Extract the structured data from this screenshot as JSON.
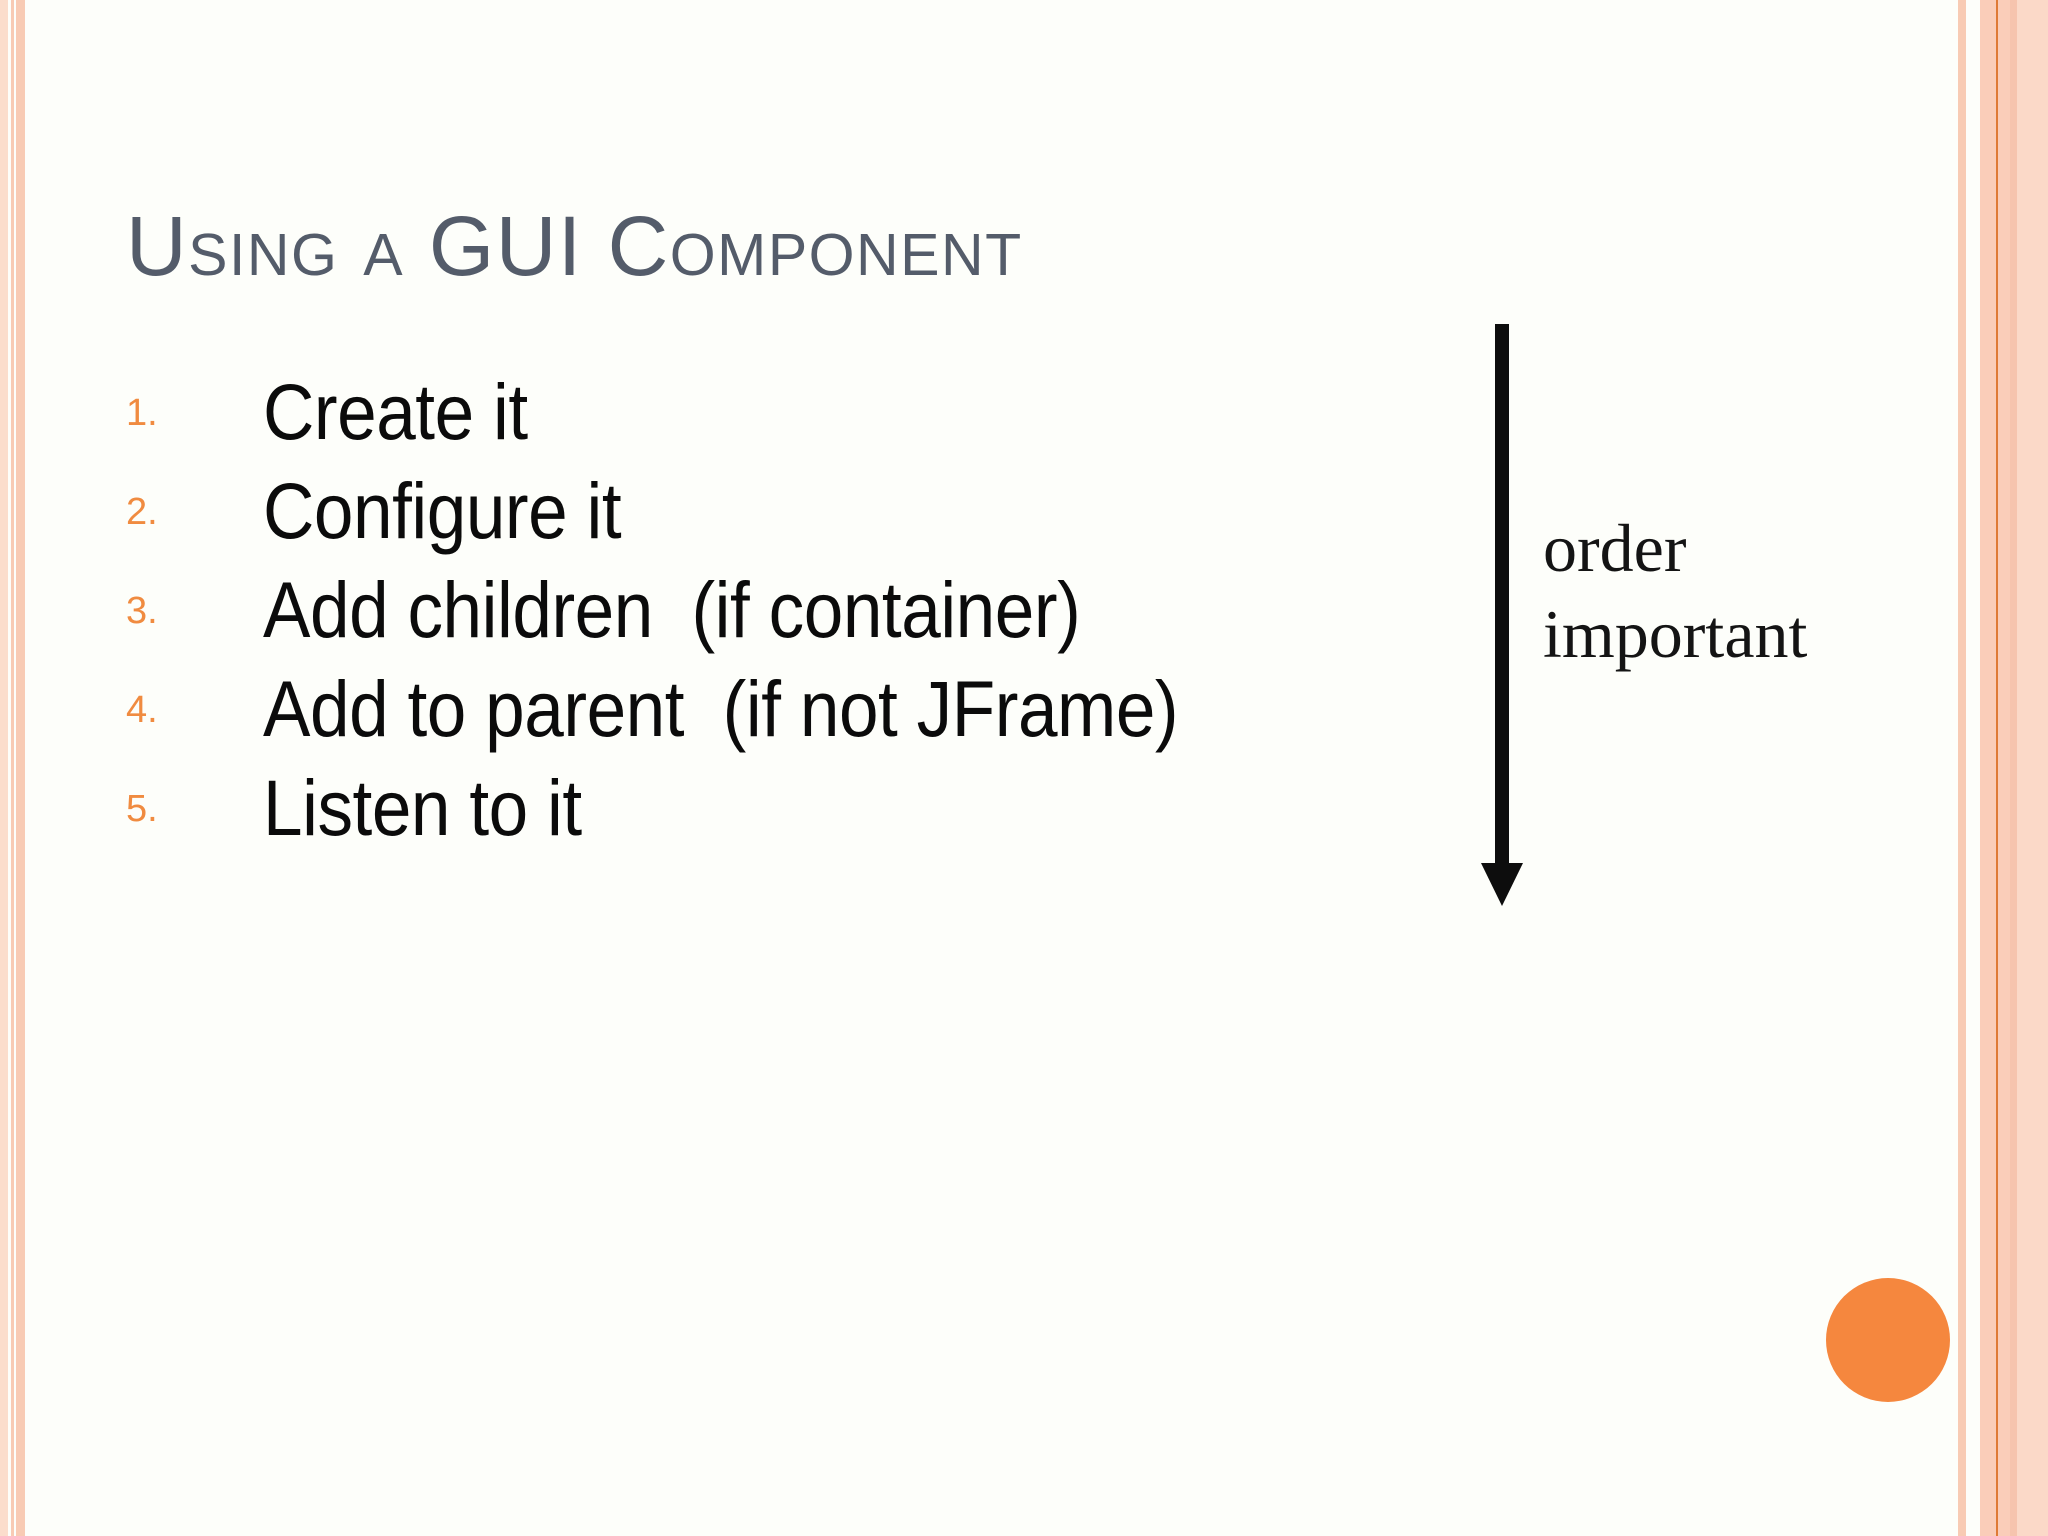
{
  "slide": {
    "title": "Using a GUI Component",
    "list": [
      {
        "number": "1.",
        "text": "Create it"
      },
      {
        "number": "2.",
        "text": "Configure it"
      },
      {
        "number": "3.",
        "text": "Add children  (if container)"
      },
      {
        "number": "4.",
        "text": "Add to parent  (if not JFrame)"
      },
      {
        "number": "5.",
        "text": "Listen to it"
      }
    ],
    "annotation": {
      "line1": "order",
      "line2": "important"
    },
    "colors": {
      "background": "#FDFEFA",
      "title_text": "#545C6A",
      "list_number": "#F08B40",
      "list_text": "#0B0B0B",
      "annotation_text": "#141414",
      "arrow": "#0D0D0D",
      "circle": "#F5873E",
      "stripe_peach": "#F8CBB4",
      "stripe_peach_light": "#FBDDCC",
      "stripe_band_base": "#FACDB9",
      "stripe_band_mid": "#F6C4AE",
      "stripe_band_outer": "#FBD9C8",
      "stripe_dark_line": "#DF7A36"
    }
  }
}
